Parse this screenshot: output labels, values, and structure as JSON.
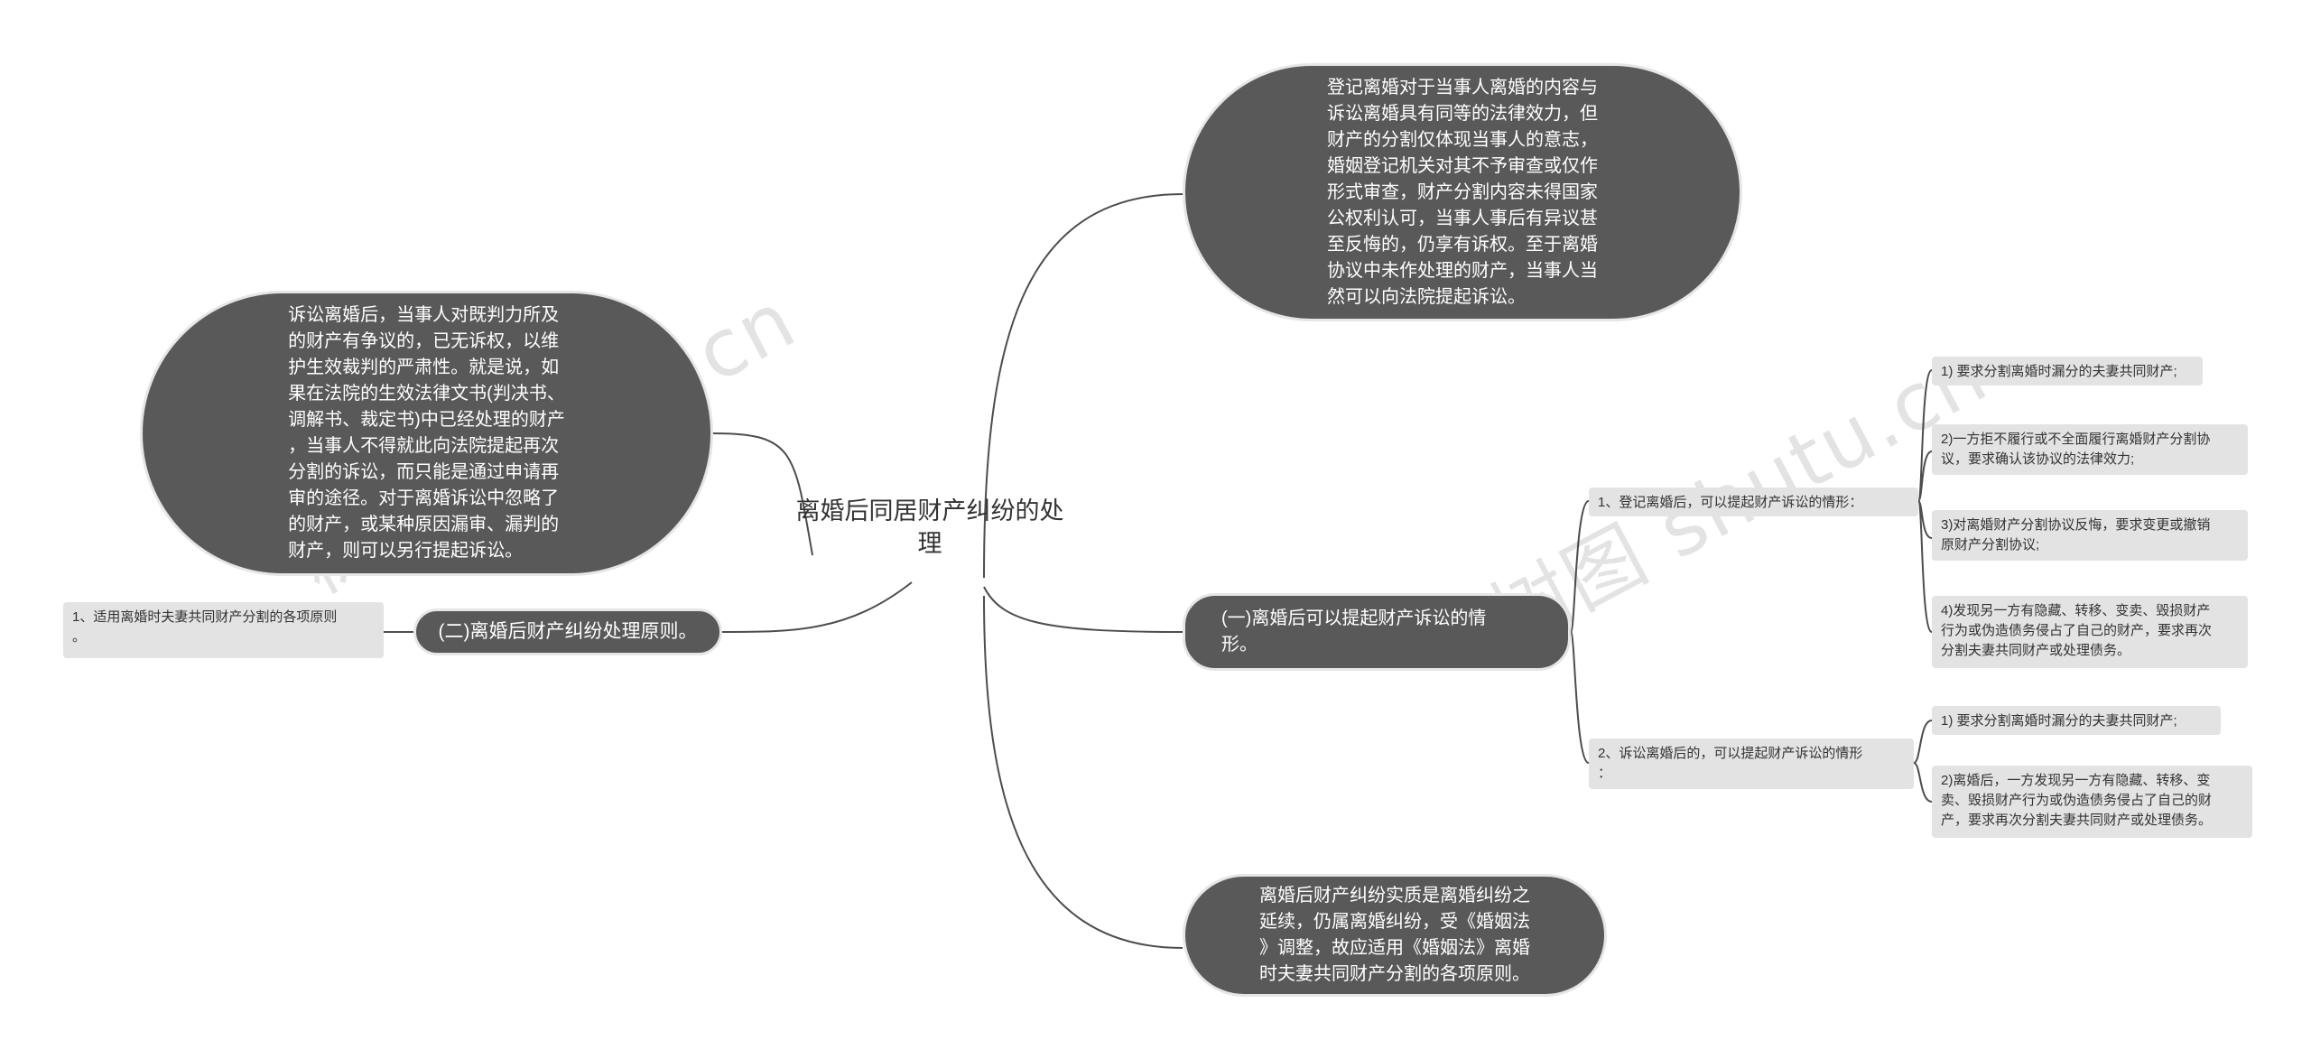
{
  "root": {
    "label": "离婚后同居财产纠纷的处\n理"
  },
  "top_right_node": {
    "text": "登记离婚对于当事人离婚的内容与\n诉讼离婚具有同等的法律效力，但\n财产的分割仅体现当事人的意志，\n婚姻登记机关对其不予审查或仅作\n形式审查，财产分割内容未得国家\n公权利认可，当事人事后有异议甚\n至反悔的，仍享有诉权。至于离婚\n协议中未作处理的财产，当事人当\n然可以向法院提起诉讼。"
  },
  "left_node": {
    "text": "诉讼离婚后，当事人对既判力所及\n的财产有争议的，已无诉权，以维\n护生效裁判的严肃性。就是说，如\n果在法院的生效法律文书(判决书、\n调解书、裁定书)中已经处理的财产\n，当事人不得就此向法院提起再次\n分割的诉讼，而只能是通过申请再\n审的途径。对于离婚诉讼中忽略了\n的财产，或某种原因漏审、漏判的\n财产，则可以另行提起诉讼。"
  },
  "principle_branch": {
    "label": "(二)离婚后财产纠纷处理原则。",
    "child": "1、适用离婚时夫妻共同财产分割的各项原则\n。"
  },
  "claim_branch": {
    "label": "(一)离婚后可以提起财产诉讼的情\n形。",
    "sub1": {
      "label": "1、登记离婚后，可以提起财产诉讼的情形：",
      "items": [
        "1) 要求分割离婚时漏分的夫妻共同财产;",
        "2)一方拒不履行或不全面履行离婚财产分割协\n议，要求确认该协议的法律效力;",
        "3)对离婚财产分割协议反悔，要求变更或撤销\n原财产分割协议;",
        "4)发现另一方有隐藏、转移、变卖、毁损财产\n行为或伪造债务侵占了自己的财产，要求再次\n分割夫妻共同财产或处理债务。"
      ]
    },
    "sub2": {
      "label": "2、诉讼离婚后的，可以提起财产诉讼的情形\n：",
      "items": [
        "1) 要求分割离婚时漏分的夫妻共同财产;",
        "2)离婚后，一方发现另一方有隐藏、转移、变\n卖、毁损财产行为或伪造债务侵占了自己的财\n产，要求再次分割夫妻共同财产或处理债务。"
      ]
    }
  },
  "bottom_node": {
    "text": "离婚后财产纠纷实质是离婚纠纷之\n延续，仍属离婚纠纷，受《婚姻法\n》调整，故应适用《婚姻法》离婚\n时夫妻共同财产分割的各项原则。"
  },
  "watermark": {
    "left": "树图 shutu.cn",
    "right": "树图 shutu.cn"
  },
  "colors": {
    "dark_node": "#595959",
    "light_node": "#e3e3e3",
    "line": "#4d4d4d"
  }
}
